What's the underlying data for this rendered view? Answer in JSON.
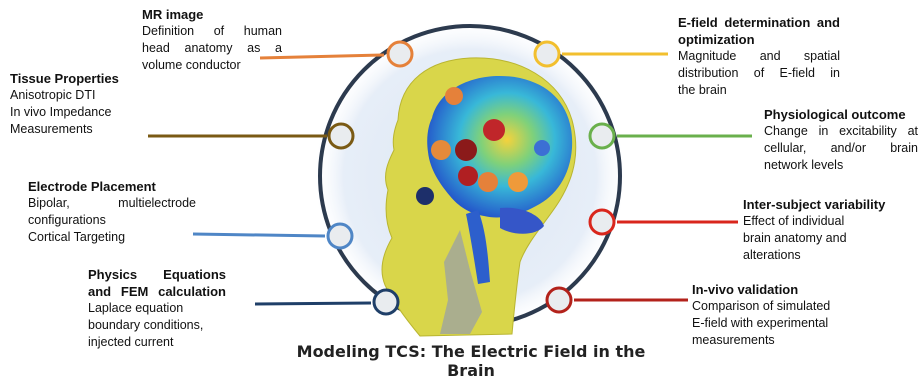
{
  "caption": "Modeling TCS: The Electric Field in the Brain",
  "colors": {
    "ring": "#2c3a4e",
    "halo": "#dbe6f3",
    "orange": "#e5813a",
    "yellow": "#f2bf2e",
    "brown": "#7a5a14",
    "green": "#6ab04c",
    "blue": "#4f86c6",
    "navy": "#1f3f68",
    "red": "#d9261c",
    "darkred": "#b3221b",
    "head": "#d9d64a",
    "brain": "#3c6fd4"
  },
  "callouts": [
    {
      "id": "mr",
      "title": "MR image",
      "lines": [
        "Definition of human",
        "head anatomy as a",
        "volume conductor"
      ]
    },
    {
      "id": "tissue",
      "title": "Tissue Properties",
      "lines": [
        "Anisotropic DTI",
        "In vivo Impedance",
        "Measurements"
      ]
    },
    {
      "id": "electrode",
      "title": "Electrode Placement",
      "lines": [
        "Bipolar, multielectrode",
        "configurations",
        "Cortical Targeting"
      ]
    },
    {
      "id": "physics",
      "title": "Physics Equations and FEM calculation",
      "lines": [
        "Laplace equation",
        "boundary conditions,",
        "injected current"
      ]
    },
    {
      "id": "efield",
      "title": "E-field determination and optimization",
      "lines": [
        "Magnitude and spatial",
        "distribution of E-field in",
        "the brain"
      ]
    },
    {
      "id": "physio",
      "title": "Physiological outcome",
      "lines": [
        "Change in excitability at",
        "cellular, and/or brain",
        "network levels"
      ]
    },
    {
      "id": "intersubject",
      "title": "Inter-subject variability",
      "lines": [
        "Effect of individual",
        "brain anatomy and",
        "alterations"
      ]
    },
    {
      "id": "invivo",
      "title": "In-vivo validation",
      "lines": [
        "Comparison of simulated",
        "E-field with experimental",
        "measurements"
      ]
    }
  ]
}
